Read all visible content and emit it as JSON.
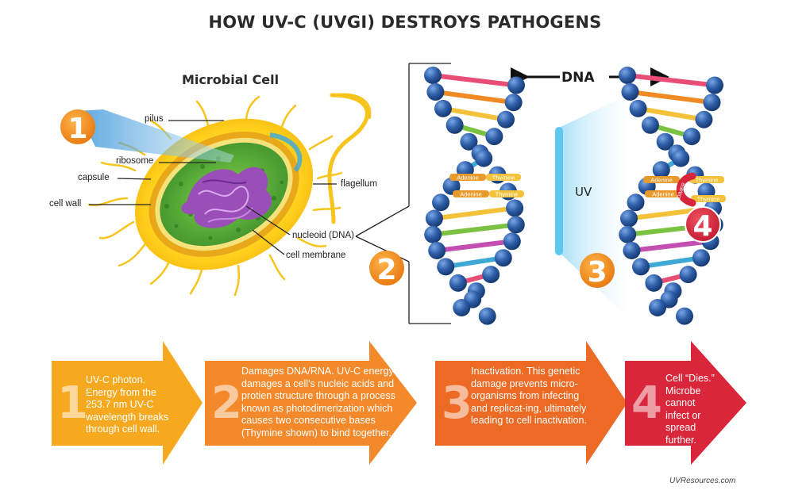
{
  "title": "HOW UV-C (UVGI) DESTROYS PATHOGENS",
  "microbial_cell": {
    "heading": "Microbial Cell",
    "labels": {
      "pilus": "pilus",
      "ribosome": "ribosome",
      "capsule": "capsule",
      "cell_wall": "cell wall",
      "flagellum": "flagellum",
      "nucleoid": "nucleoid (DNA)",
      "cell_membrane": "cell membrane"
    }
  },
  "dna_section": {
    "dna_label": "DNA",
    "uv_label": "UV",
    "base_adenine": "Adenine",
    "base_thymine": "Thymine",
    "dimer_label": "DIMER"
  },
  "badges": {
    "b1": "1",
    "b2": "2",
    "b3": "3",
    "b4": "4"
  },
  "steps": [
    {
      "number": "1",
      "text": "UV-C photon. Energy from the 253.7 nm UV-C wavelength breaks through cell wall.",
      "color": "#f6a91e"
    },
    {
      "number": "2",
      "text": "Damages DNA/RNA. UV-C energy damages a cell's nucleic acids and protien structure through a process known as photodimerization which causes two consecutive  bases (Thymine shown) to bind together.",
      "color": "#f3892a"
    },
    {
      "number": "3",
      "text": "Inactivation. This genetic damage prevents micro-organisms from infecting and replicat-ing, ultimately leading to cell inactivation.",
      "color": "#ec6a24"
    },
    {
      "number": "4",
      "text": "Cell “Dies.” Microbe cannot infect or spread further.",
      "color": "#d9263a"
    }
  ],
  "credit": "UVResources.com",
  "colors": {
    "orange_badge": "#f08a1c",
    "red_badge": "#d7263c",
    "uv_blue": "#5ec8ee",
    "dna_blue": "#2e5ea8"
  }
}
